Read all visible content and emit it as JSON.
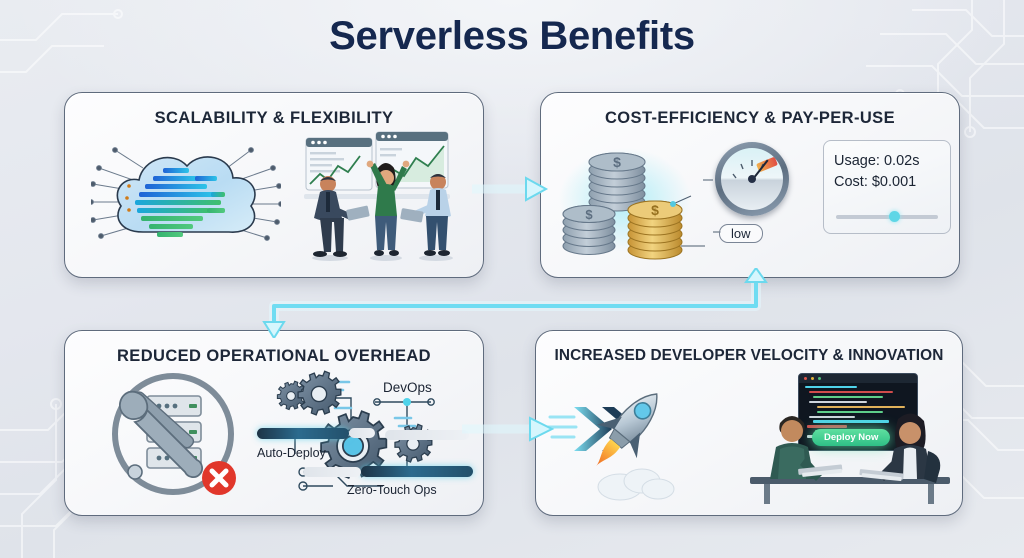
{
  "page": {
    "title": "Serverless Benefits",
    "title_color": "#15284f",
    "accent_color": "#7fe3f5",
    "background_color": "#e4e7ee"
  },
  "cards": [
    {
      "id": "scalability",
      "title": "SCALABILITY & FLEXIBILITY",
      "visual": "cloud-with-data-bars-and-team-dashboards"
    },
    {
      "id": "cost",
      "title": "COST-EFFICIENCY & PAY-PER-USE",
      "visual": "coin-stacks-gauge-and-metrics-panel",
      "gauge_label": "low",
      "panel": {
        "usage": "Usage: 0.02s",
        "cost": "Cost: $0.001"
      }
    },
    {
      "id": "overhead",
      "title": "REDUCED OPERATIONAL OVERHEAD",
      "visual": "crossed-wrench-screwdriver-over-servers-with-gears",
      "labels": {
        "devops": "DevOps",
        "auto_deploy": "Auto-Deploy",
        "zero_touch": "Zero-Touch Ops"
      }
    },
    {
      "id": "velocity",
      "title": "INCREASED DEVELOPER VELOCITY & INNOVATION",
      "visual": "rocket-arrows-and-two-developers-coding",
      "deploy_button": "Deploy Now"
    }
  ],
  "connectors": [
    {
      "name": "scalability-to-cost",
      "direction": "right"
    },
    {
      "name": "cost-to-overhead",
      "direction": "elbow-down-left"
    },
    {
      "name": "overhead-to-velocity",
      "direction": "right"
    }
  ]
}
